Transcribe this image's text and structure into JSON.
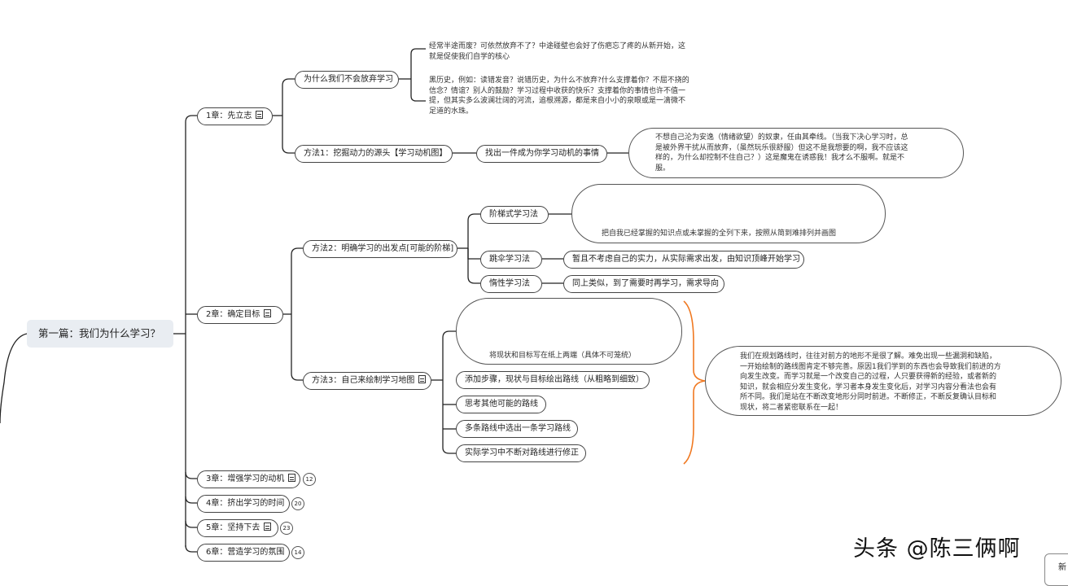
{
  "root": {
    "label": "第一篇：我们为什么学习？"
  },
  "chapters": [
    {
      "label": "1章：先立志"
    },
    {
      "label": "2章：确定目标"
    },
    {
      "label": "3章：增强学习的动机",
      "badge": "12"
    },
    {
      "label": "4章：挤出学习的时间",
      "badge": "20"
    },
    {
      "label": "5章：坚持下去",
      "badge": "23"
    },
    {
      "label": "6章：营造学习的氛围",
      "badge": "14"
    }
  ],
  "ch1": {
    "why": "为什么我们不会放弃学习",
    "why_text1": [
      "经常半途而废？可依然放弃不了？中途碰壁也会好了伤疤忘了疼的从新开始，这",
      "就是促使我们自学的核心"
    ],
    "why_text2": [
      "黑历史，例如：读错发音？说错历史，为什么不放弃?什么支撑着你？不屈不挠的",
      "信念？情谊？别人的鼓励？学习过程中收获的快乐？支撑着你的事情也许不值一",
      "提，但其实多么波澜壮阔的河流，追根溯源，都是来自小小的泉眼或是一滴微不",
      "足道的水珠。"
    ],
    "method1": "方法1：挖掘动力的源头【学习动机图】",
    "method1_child": "找出一件成为你学习动机的事情",
    "method1_text": [
      "不想自己沦为安逸（情绪欲望）的奴隶，任由其牵线。（当我下决心学习时，总",
      "是被外界干扰从而放弃，（虽然玩乐很舒服）但这不是我想要的啊，我不应该这",
      "样的，为什么却控制不住自己？）这是魔鬼在诱惑我！我才么不服啊。就是不",
      "服。"
    ]
  },
  "ch2": {
    "method2": "方法2：明确学习的出发点[可能的阶梯]",
    "step": "阶梯式学习法",
    "step_text": "把自我已经掌握的知识点或未掌握的全列下来，按照从简到难排列并画图",
    "jump": "跳伞学习法",
    "jump_text": "暂且不考虑自己的实力，从实际需求出发，由知识顶峰开始学习",
    "inert": "惰性学习法",
    "inert_text": "同上类似，到了需要时再学习，需求导向",
    "method3": "方法3：自己来绘制学习地图",
    "m3_items": [
      "将现状和目标写在纸上两端（具体不可笼统）",
      "添加步骤，现状与目标绘出路线（从粗略到细致）",
      "思考其他可能的路线",
      "多条路线中选出一条学习路线",
      "实际学习中不断对路线进行修正"
    ],
    "m3_note": [
      "我们在规划路线时，往往对前方的地形不是很了解。难免出现一些漏洞和缺陷，",
      "一开始绘制的路线图肯定不够完善。原因1我们学到的东西也会导致我们前进的方",
      "向发生改变。而学习就是一个改变自己的过程，人只要获得新的经验，或者新的",
      "知识，就会相应分发生变化，学习者本身发生变化后，对学习内容分看法也会有",
      "所不同。我们是站在不断改变地形分同时前进。不断修正，不断反复确认目标和",
      "现状，将二者紧密联系在一起！"
    ]
  },
  "watermark": "头条 @陈三俩啊",
  "corner_tab": "新",
  "colors": {
    "line": "#222222",
    "bracket": "#f07820",
    "root_bg": "#e9edf2"
  }
}
